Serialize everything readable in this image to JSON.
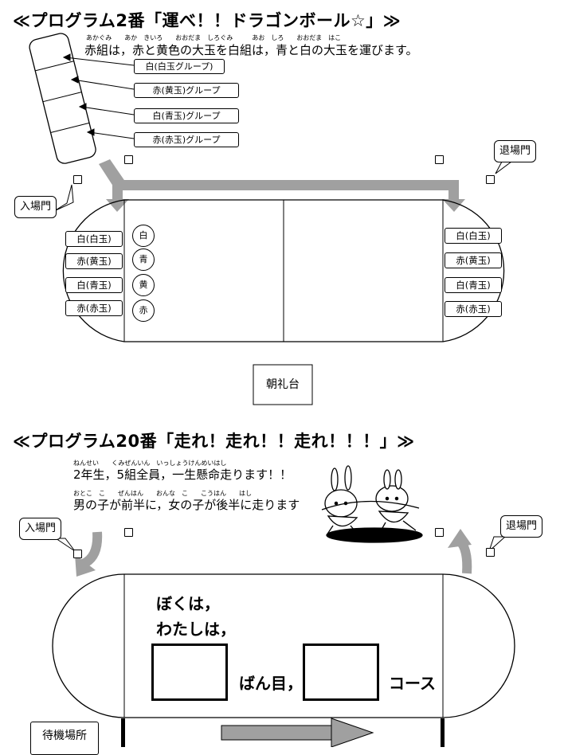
{
  "program2": {
    "title": "≪プログラム2番「運べ！！ドラゴンボール☆」≫",
    "ruby_line": "あかぐみ　　あか　きいろ　　おおだま　しろぐみ　　　あお　しろ　　おおだま　はこ",
    "description": "赤組は，赤と黄色の大玉を白組は，青と白の大玉を運びます。",
    "stack_labels": [
      "白(白玉グループ)",
      "赤(黄玉)グループ",
      "白(青玉)グループ",
      "赤(赤玉)グループ"
    ],
    "left_labels": [
      "白(白玉)",
      "赤(黄玉)",
      "白(青玉)",
      "赤(赤玉)"
    ],
    "right_labels": [
      "白(白玉)",
      "赤(黄玉)",
      "白(青玉)",
      "赤(赤玉)"
    ],
    "circle_labels": [
      "白",
      "青",
      "黄",
      "赤"
    ],
    "entrance": "入場門",
    "exit": "退場門",
    "stand": "朝礼台"
  },
  "program20": {
    "title": "≪プログラム20番「走れ！走れ！！走れ！！！」≫",
    "ruby_line1": "ねんせい　　くみぜんいん　いっしょうけんめいはし",
    "line1": "2年生，5組全員，一生懸命走ります！！",
    "ruby_line2": "おとこ　こ　　ぜんはん　　おんな　こ　　こうはん　　はし",
    "line2": "男の子が前半に，女の子が後半に走ります",
    "entrance": "入場門",
    "exit": "退場門",
    "fill_line1": "ぼくは，",
    "fill_line2": "わたしは，",
    "order_suffix": "ばん目，",
    "course_suffix": "コース",
    "waiting": "待機場所"
  }
}
